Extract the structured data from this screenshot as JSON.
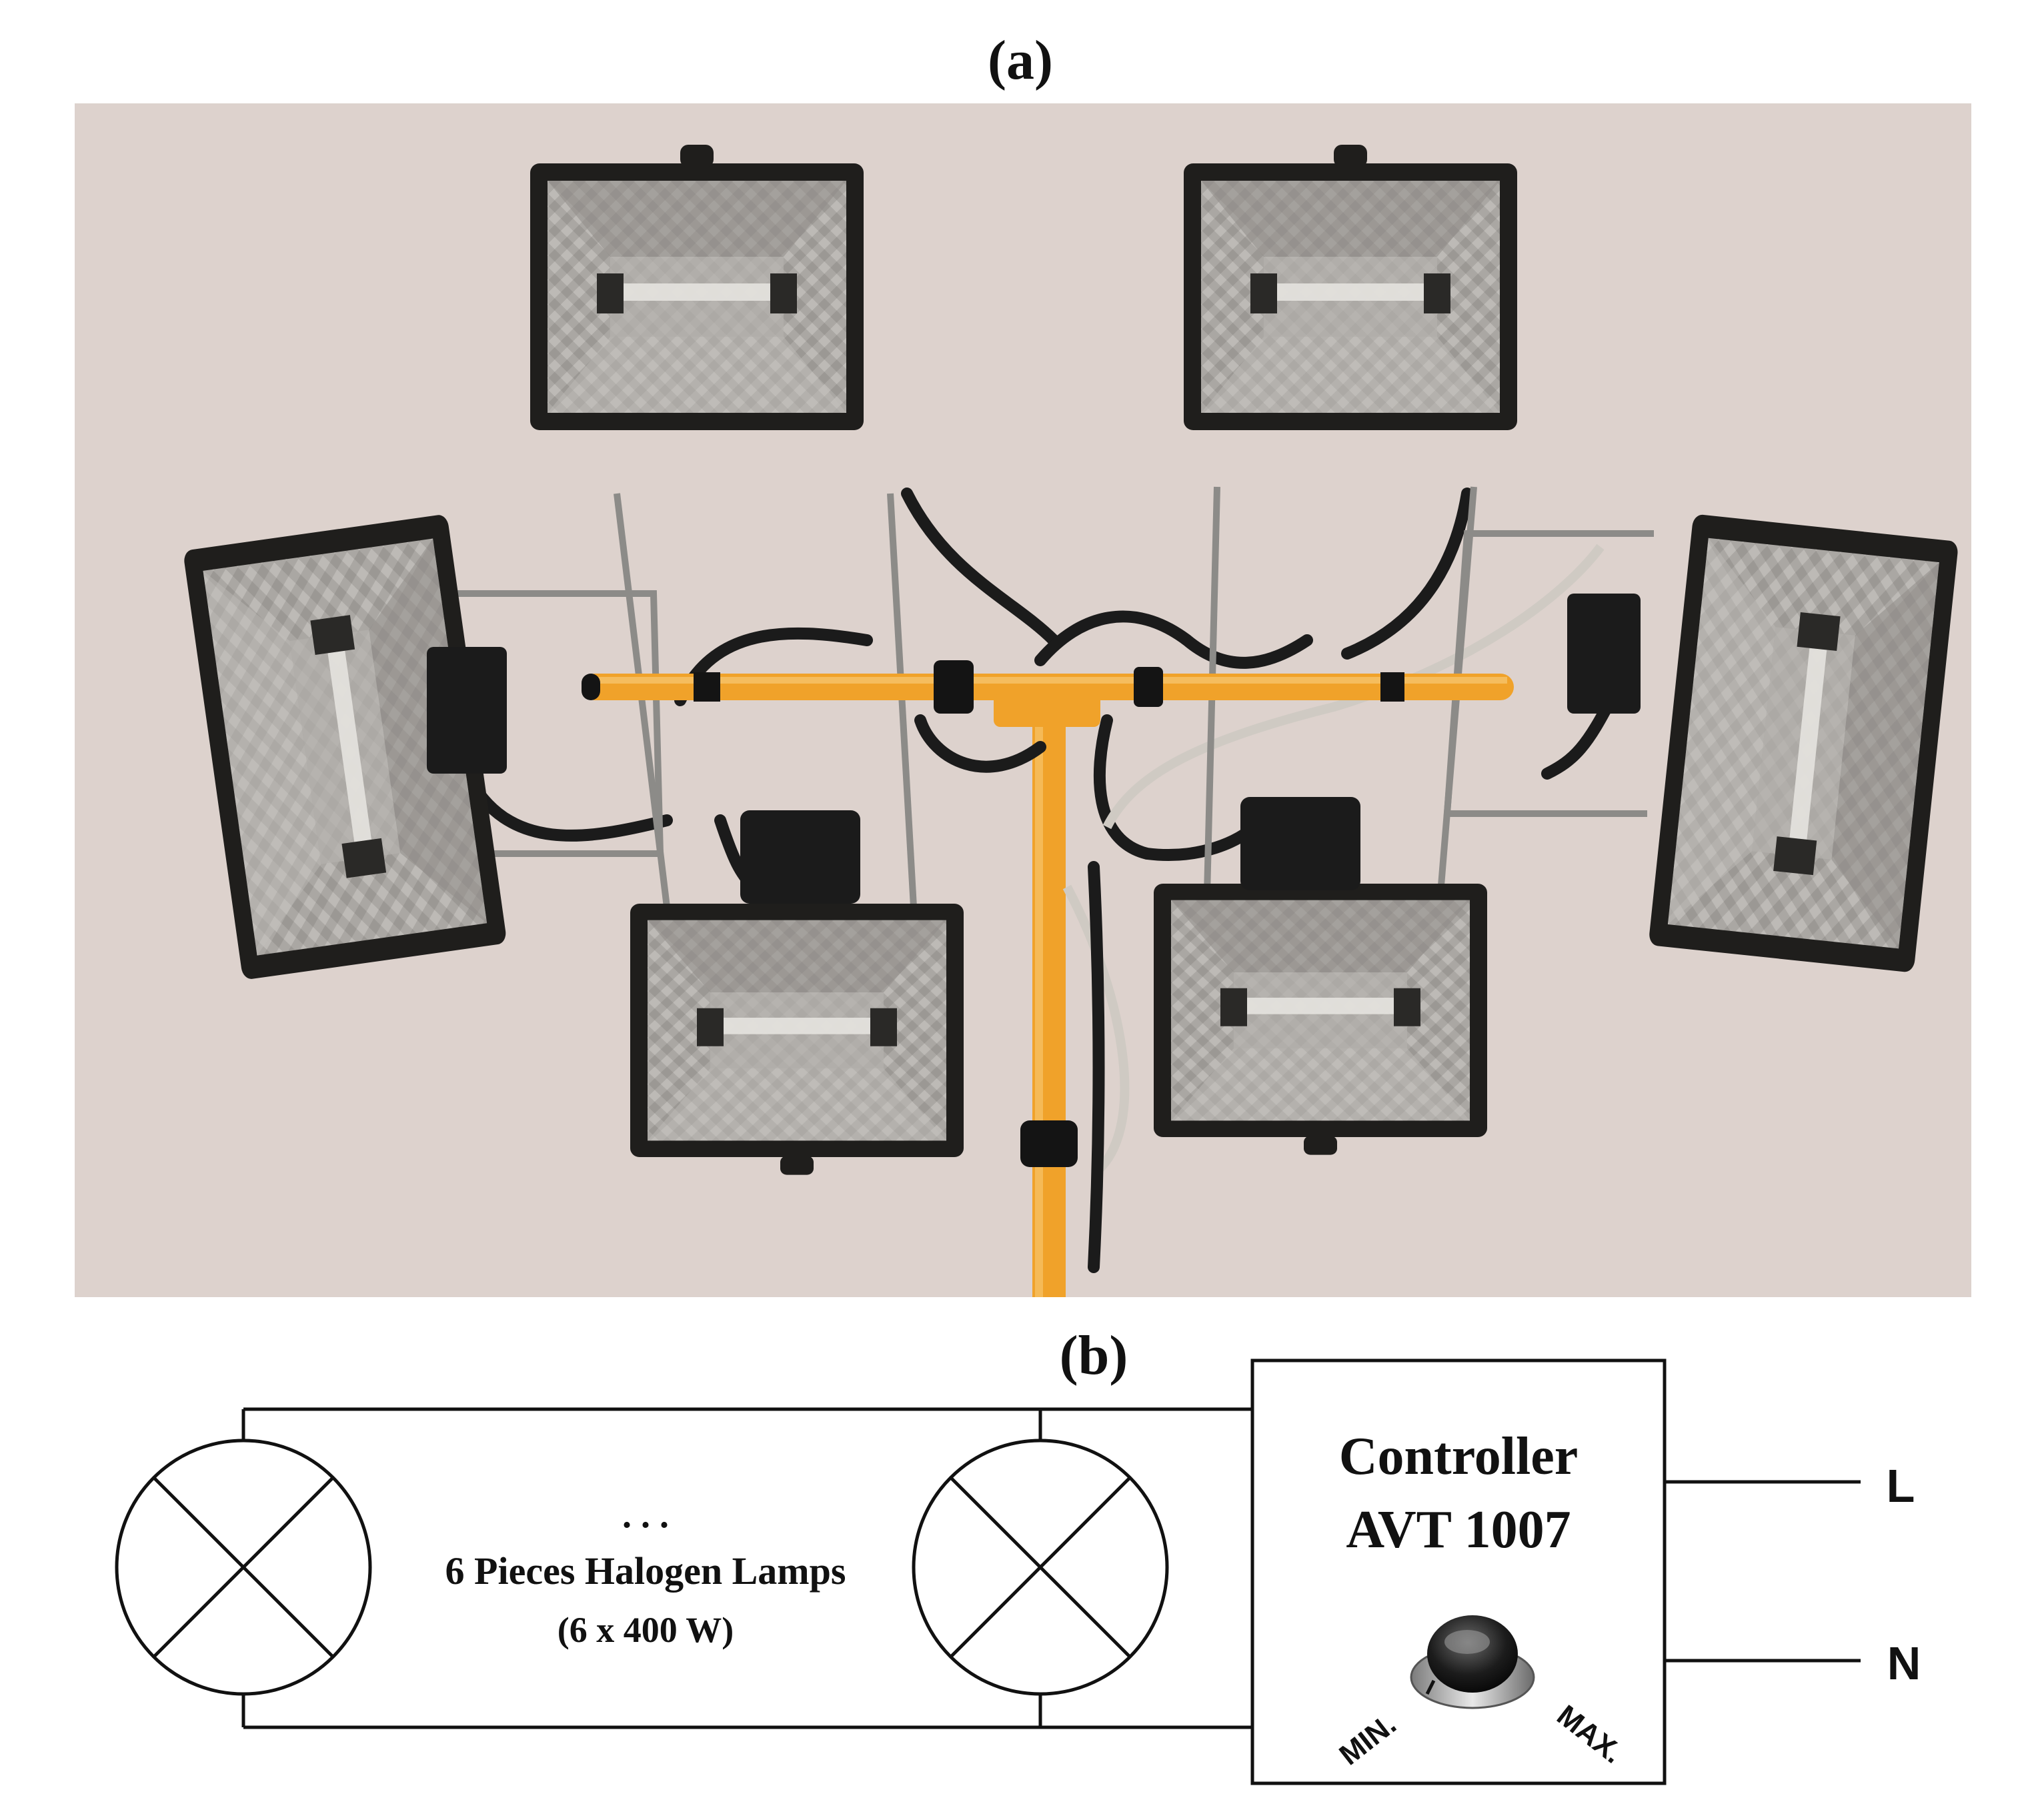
{
  "panels": {
    "a": {
      "label": "(a)"
    },
    "b": {
      "label": "(b)"
    }
  },
  "circuit": {
    "ellipsis": ". . .",
    "lamps_caption": "6 Pieces Halogen Lamps",
    "lamps_rating": "(6 x 400 W)",
    "controller": {
      "line1": "Controller",
      "line2": "AVT 1007",
      "min_label": "MIN.",
      "max_label": "MAX."
    },
    "terminals": {
      "live": "L",
      "neutral": "N"
    }
  },
  "colors": {
    "wall": "#ddd2cd",
    "lamp_housing": "#1f1e1c",
    "reflector": "#a9a6a2",
    "stand_orange": "#f0a22a",
    "stand_black": "#141414",
    "cable": "#1b1b1b",
    "cable_grey": "#cfcac3"
  }
}
